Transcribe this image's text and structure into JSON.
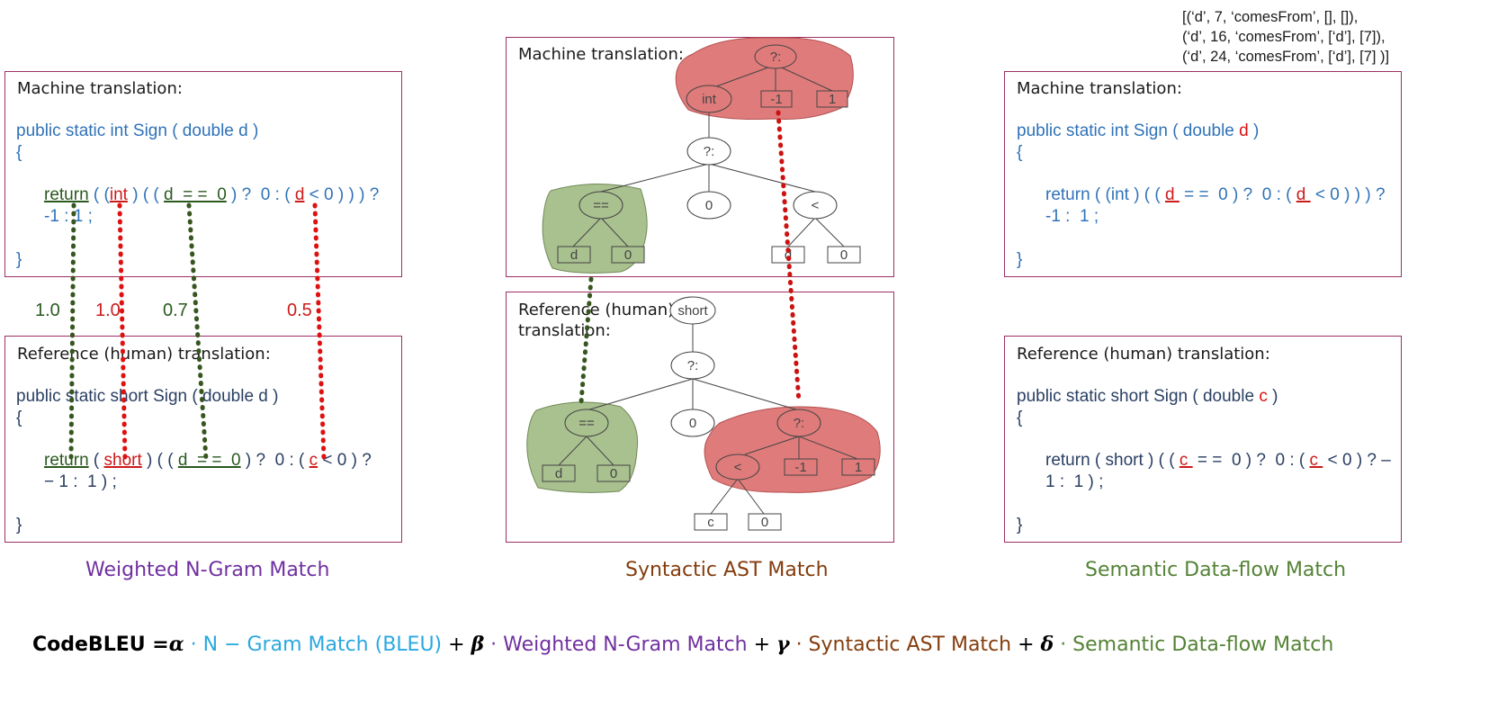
{
  "ngram": {
    "machine_title": "Machine translation:",
    "machine_code": {
      "sig": "public static int Sign ( double d )",
      "open": "{",
      "ret": "return",
      "p1": " ( (",
      "int": "int",
      "p2": " ) ( ( ",
      "dcmp": "d  = =  0",
      "p3": " ) ?  0 : ( ",
      "d2": "d",
      "p4": " < 0 ) ) ) ?",
      "line2": "-1 : 1 ;",
      "close": "}"
    },
    "scores": [
      "1.0",
      "1.0",
      "0.7",
      "0.5"
    ],
    "reference_title": "Reference (human) translation:",
    "reference_code": {
      "sig": "public static short Sign ( double d )",
      "open": "{",
      "ret": "return",
      "p1": " ( ",
      "short": "short",
      "p2": " ) ( ( ",
      "dcmp": "d  = =  0",
      "p3": " ) ?  0 : ( ",
      "c": "c",
      "p4": " < 0 ) ?",
      "line2": "− 1 :  1 ) ;",
      "close": "}"
    },
    "caption": "Weighted N-Gram Match"
  },
  "ast": {
    "machine_title": "Machine translation:",
    "reference_title": "Reference (human)",
    "reference_title2": "translation:",
    "machine_nodes": [
      "?:",
      "int",
      "-1",
      "1",
      "?:",
      "==",
      "0",
      "<",
      "d",
      "0",
      "d",
      "0"
    ],
    "reference_nodes": [
      "short",
      "?:",
      "==",
      "0",
      "?:",
      "d",
      "0",
      "<",
      "-1",
      "1",
      "c",
      "0"
    ],
    "caption": "Syntactic AST Match"
  },
  "dataflow": {
    "edges": [
      "[(‘d’, 7, ‘comesFrom’, [], []),",
      "(‘d’, 16, ‘comesFrom’, [‘d’], [7]),",
      "(‘d’, 24, ‘comesFrom’, [‘d’], [7] )]"
    ],
    "machine_title": "Machine translation:",
    "machine_code": {
      "sig_a": "public static int Sign ( double ",
      "sig_d": "d",
      "sig_b": " )",
      "open": "{",
      "l1a": "return ( (int ) ( ( ",
      "l1d": "d ",
      "l1b": " = =  0 ) ?  0 : ( ",
      "l1d2": "d ",
      "l1c": " < 0 ) ) ) ?",
      "line2": "-1 :  1 ;",
      "close": "}"
    },
    "reference_title": "Reference (human) translation:",
    "reference_code": {
      "sig_a": "public static short Sign ( double ",
      "sig_c": "c",
      "sig_b": " )",
      "open": "{",
      "l1a": "return ( short ) ( ( ",
      "l1c": "c ",
      "l1b": " = =  0 ) ?  0 : ( ",
      "l1c2": "c ",
      "l1d": " < 0 ) ? –",
      "line2": "1 :  1 ) ;",
      "close": "}"
    },
    "caption": "Semantic Data-flow Match"
  },
  "formula": {
    "lhs": "CodeBLEU =",
    "alpha": "α",
    "t1": " · N − Gram Match (BLEU)",
    "plus1": " + ",
    "beta": "β",
    "t2": " · Weighted N-Gram Match",
    "plus2": " +  ",
    "gamma": "γ",
    "t3": " · Syntactic AST Match",
    "plus3": " + ",
    "delta": "δ",
    "t4": "  · Semantic Data-flow Match"
  },
  "colors": {
    "panel_border": "#9c2f63",
    "code_blue": "#2f72b8",
    "match_green": "#2a5a1e",
    "match_red": "#dd1111",
    "purple": "#7030a0",
    "brown": "#843c0c",
    "green_caption": "#548235",
    "cyan": "#2aa8e0",
    "blob_red": "#e07b7b",
    "blob_green": "#a9c08f"
  }
}
